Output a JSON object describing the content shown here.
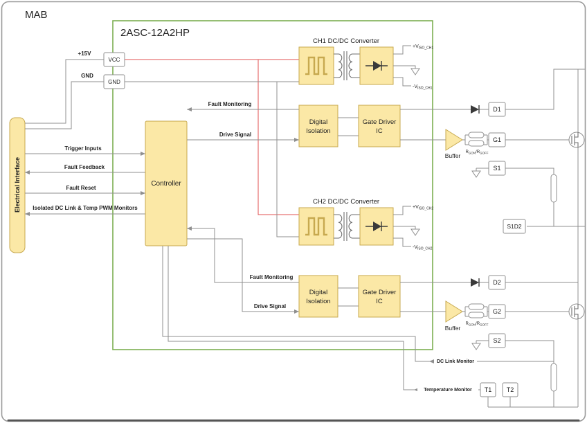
{
  "colors": {
    "box_fill": "#FBE8A6",
    "box_stroke": "#C7A94F",
    "module_stroke": "#7CAF52",
    "wire": "#8f8f8f",
    "red_wire": "#E05252",
    "text": "#222222"
  },
  "header": {
    "board_label": "MAB",
    "module_label": "2ASC-12A2HP"
  },
  "interface": {
    "label": "Electrical Interface"
  },
  "power": {
    "rail_label": "+15V",
    "ground_label": "GND",
    "vcc_pin": "VCC",
    "gnd_pin": "GND"
  },
  "controller": {
    "label": "Controller"
  },
  "signals": {
    "trigger_inputs": "Trigger Inputs",
    "fault_feedback": "Fault Feedback",
    "fault_reset": "Fault Reset",
    "pwm_monitors": "Isolated DC Link & Temp PWM Monitors",
    "dc_link_monitor": "DC Link Monitor",
    "temperature_monitor": "Temperature Monitor"
  },
  "ch1": {
    "title": "CH1 DC/DC Converter",
    "fault_monitoring": "Fault Monitoring",
    "drive_signal": "Drive Signal",
    "digital_isolation": [
      "Digital",
      "Isolation"
    ],
    "gate_driver": [
      "Gate Driver",
      "IC"
    ],
    "buffer": "Buffer",
    "vpos": {
      "main": "+V",
      "sub": "ISO_CH1"
    },
    "vneg": {
      "main": "-V",
      "sub": "ISO_CH1"
    },
    "rgate": {
      "r1": "R",
      "s1": "GON",
      "r2": "/R",
      "s2": "GOFF"
    }
  },
  "ch2": {
    "title": "CH2 DC/DC Converter",
    "fault_monitoring": "Fault Monitoring",
    "drive_signal": "Drive Signal",
    "digital_isolation": [
      "Digital",
      "Isolation"
    ],
    "gate_driver": [
      "Gate Driver",
      "IC"
    ],
    "buffer": "Buffer",
    "vpos": {
      "main": "+V",
      "sub": "ISO_CH2"
    },
    "vneg": {
      "main": "-V",
      "sub": "ISO_CH2"
    },
    "rgate": {
      "r1": "R",
      "s1": "GON",
      "r2": "/R",
      "s2": "GOFF"
    }
  },
  "terminals": {
    "d1": "D1",
    "g1": "G1",
    "s1": "S1",
    "s1d2": "S1D2",
    "d2": "D2",
    "g2": "G2",
    "s2": "S2",
    "t1": "T1",
    "t2": "T2"
  }
}
